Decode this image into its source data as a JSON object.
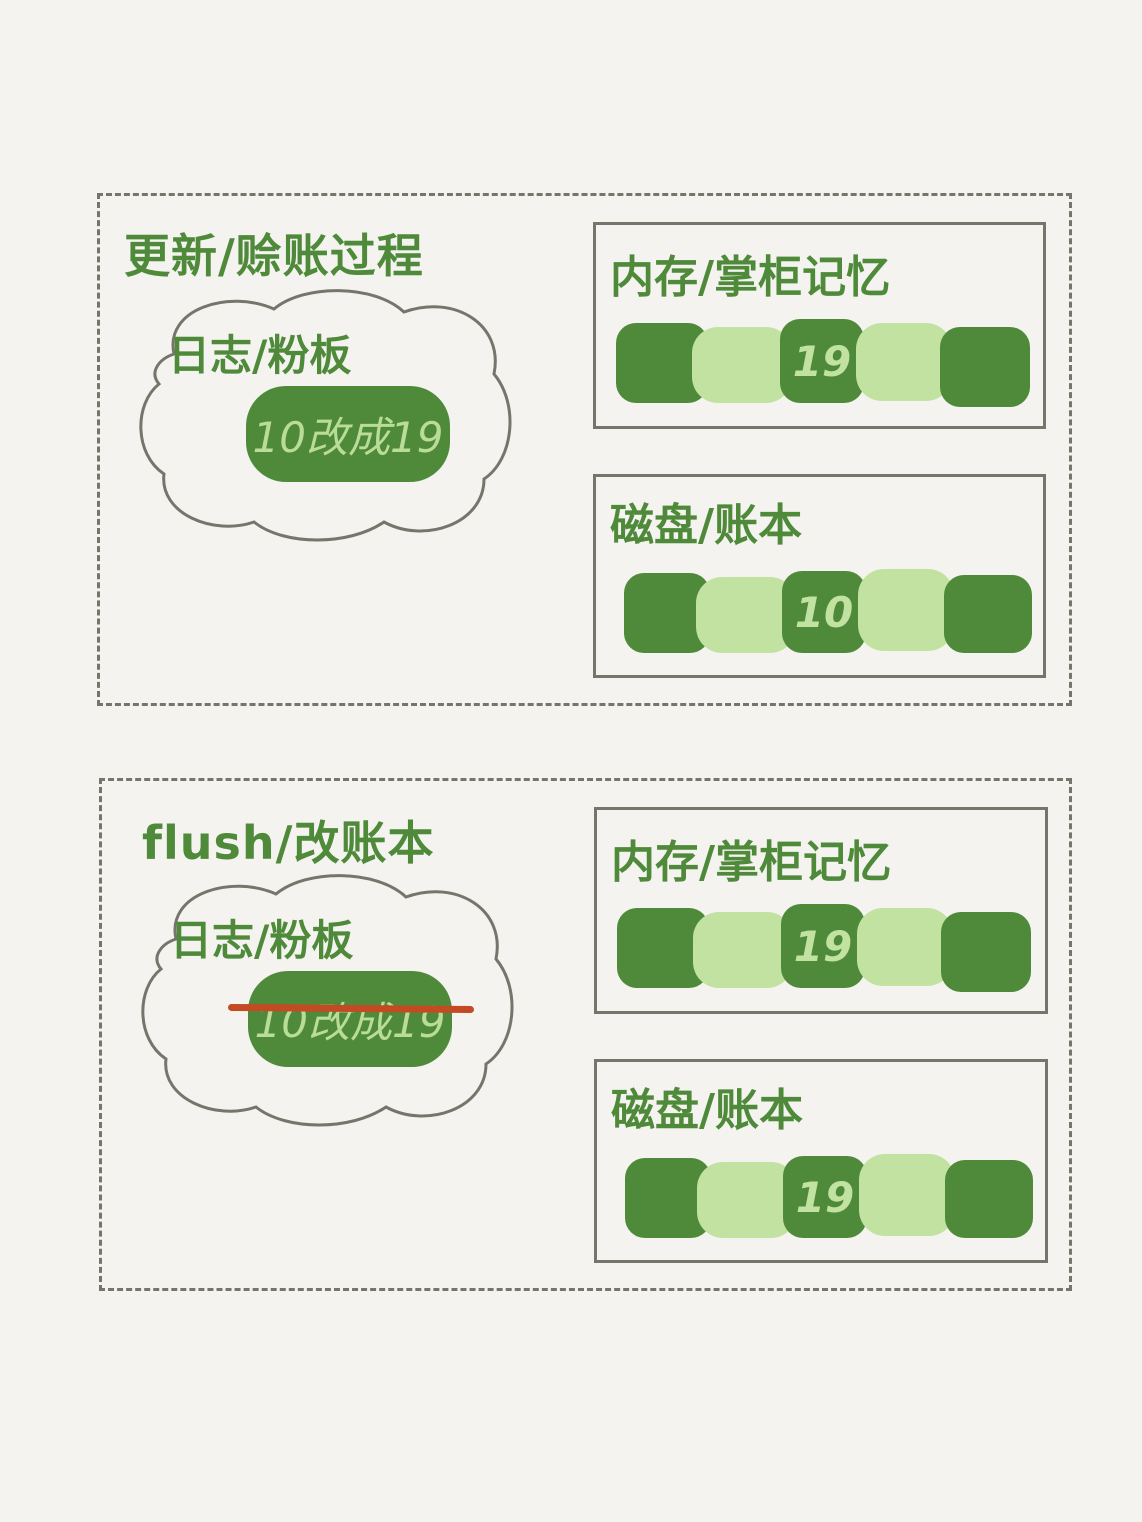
{
  "colors": {
    "background": "#f4f3ef",
    "border": "#77746b",
    "green_dark": "#4f8a3a",
    "green_light": "#c1e2a1",
    "text_green": "#4e8a3a",
    "strike_red": "#c44a23"
  },
  "panels": [
    {
      "title": "更新/赊账过程",
      "log": {
        "label": "日志/粉板",
        "entry": "10改成19",
        "struck": false
      },
      "memory": {
        "label": "内存/掌柜记忆",
        "value": "19"
      },
      "disk": {
        "label": "磁盘/账本",
        "value": "10"
      }
    },
    {
      "title": "flush/改账本",
      "log": {
        "label": "日志/粉板",
        "entry": "10改成19",
        "struck": true
      },
      "memory": {
        "label": "内存/掌柜记忆",
        "value": "19"
      },
      "disk": {
        "label": "磁盘/账本",
        "value": "19"
      }
    }
  ]
}
